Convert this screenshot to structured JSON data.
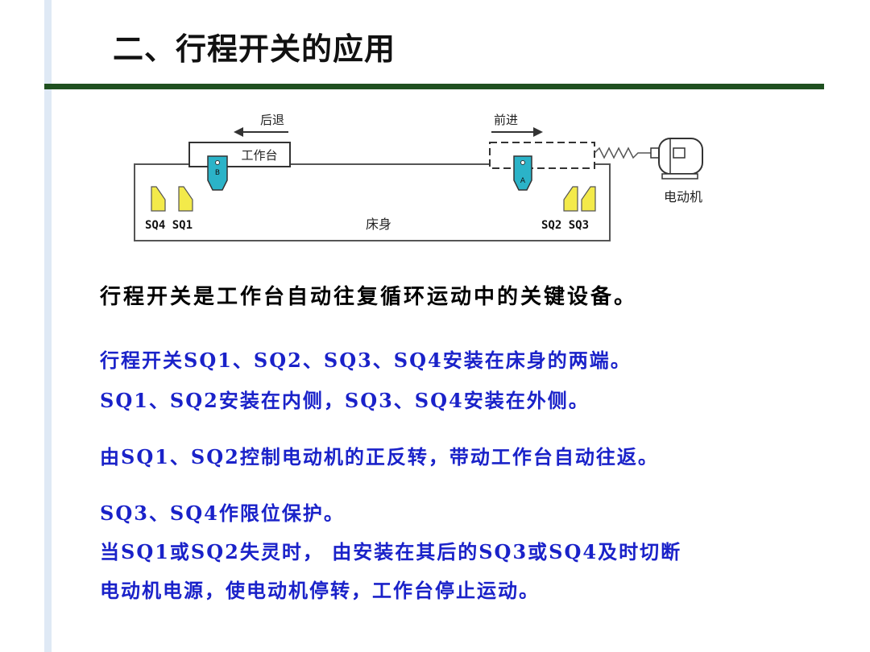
{
  "slide": {
    "title": "二、行程开关的应用"
  },
  "diagram": {
    "backward_label": "后退",
    "forward_label": "前进",
    "worktable_label": "工作台",
    "bed_label": "床身",
    "motor_label": "电动机",
    "block_b_label": "B",
    "block_a_label": "A",
    "switch_left_label": "SQ4 SQ1",
    "switch_right_label": "SQ2 SQ3"
  },
  "text": {
    "line1": "行程开关是工作台自动往复循环运动中的关键设备。",
    "line2": "行程开关SQ1、SQ2、SQ3、SQ4安装在床身的两端。",
    "line3": "SQ1、SQ2安装在内侧，SQ3、SQ4安装在外侧。",
    "line4": "由SQ1、SQ2控制电动机的正反转，带动工作台自动往返。",
    "line5": "SQ3、SQ4作限位保护。",
    "line6": "当SQ1或SQ2失灵时， 由安装在其后的SQ3或SQ4及时切断",
    "line7": "电动机电源，使电动机停转，工作台停止运动。"
  },
  "colors": {
    "title_bar": "#1f5020",
    "body_blue": "#1a22c9",
    "block_cyan": "#2bb3c8",
    "switch_yellow": "#f3ea4a"
  }
}
